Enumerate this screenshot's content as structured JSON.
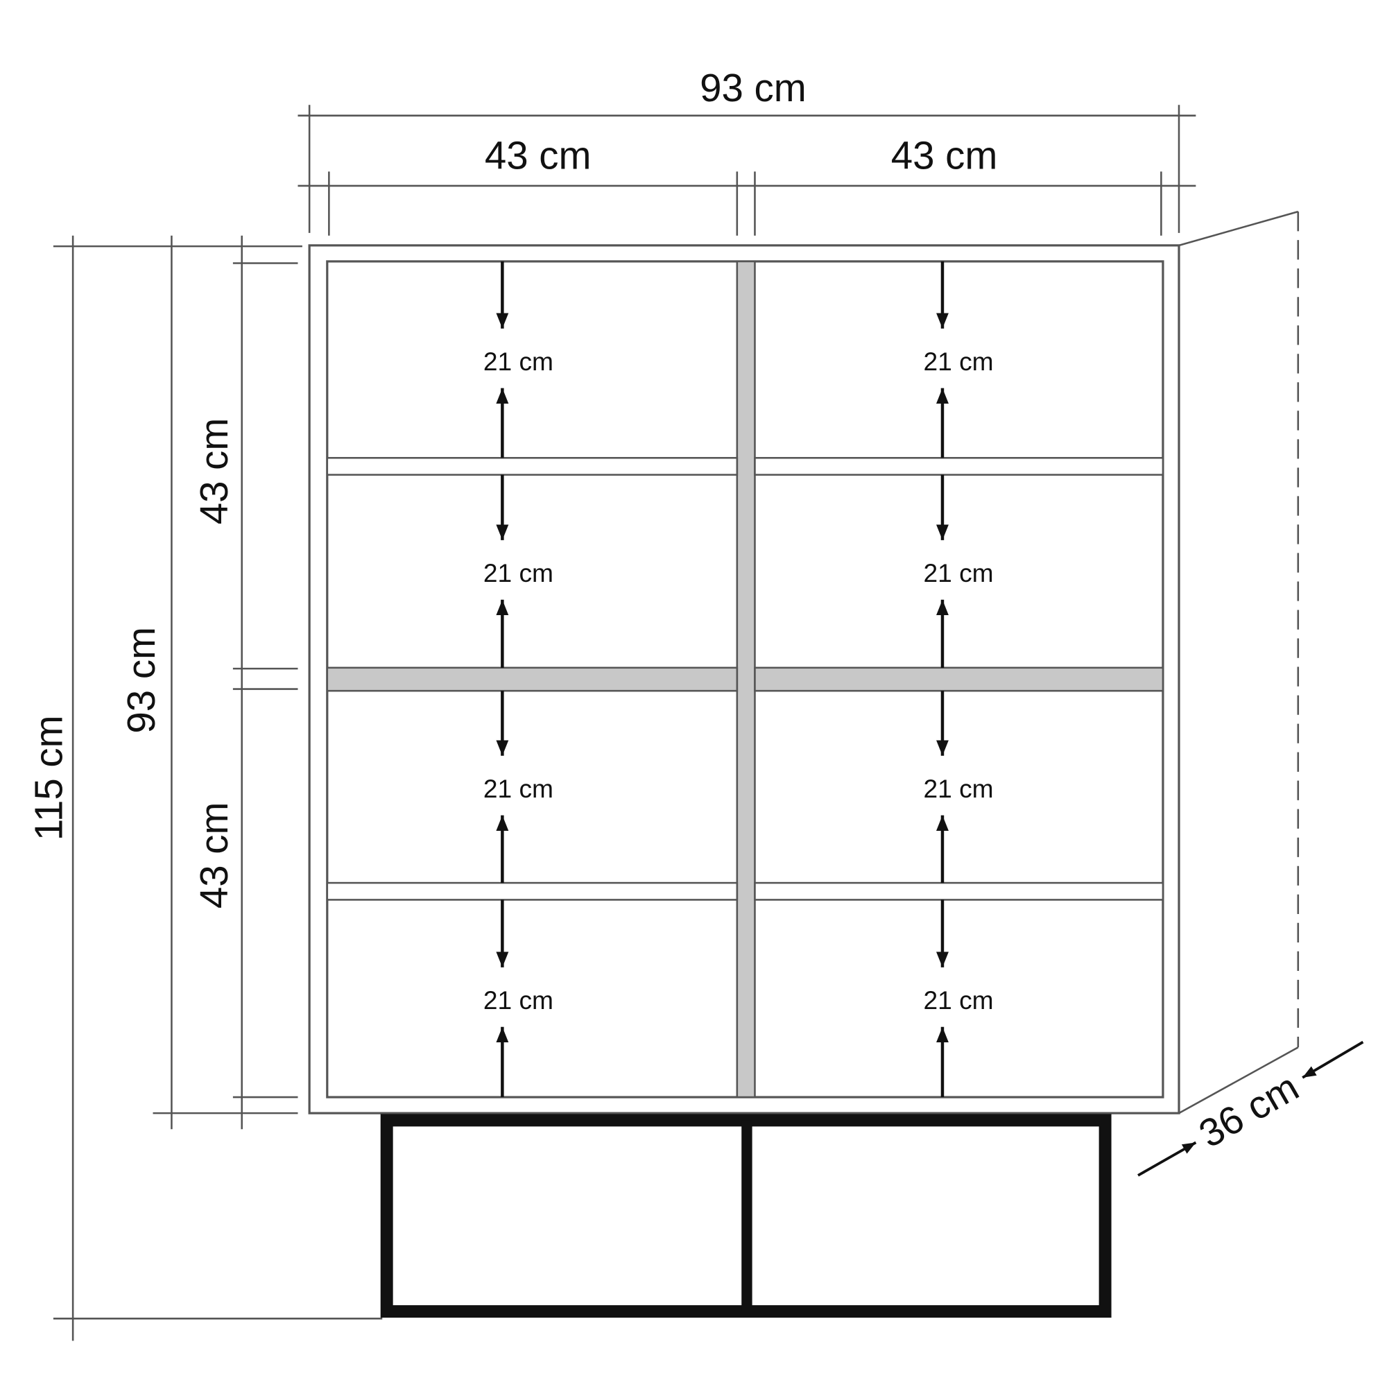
{
  "dimensions": {
    "total_width": "93 cm",
    "left_section_width": "43 cm",
    "right_section_width": "43 cm",
    "total_height": "115 cm",
    "cabinet_height": "93 cm",
    "upper_section_height": "43 cm",
    "lower_section_height": "43 cm",
    "depth": "36 cm"
  },
  "compartments": {
    "left": [
      "21 cm",
      "21 cm",
      "21 cm",
      "21 cm"
    ],
    "right": [
      "21 cm",
      "21 cm",
      "21 cm",
      "21 cm"
    ]
  },
  "colors": {
    "panel_gray": "#c8c8c8",
    "line": "#555555",
    "base": "#111111"
  }
}
